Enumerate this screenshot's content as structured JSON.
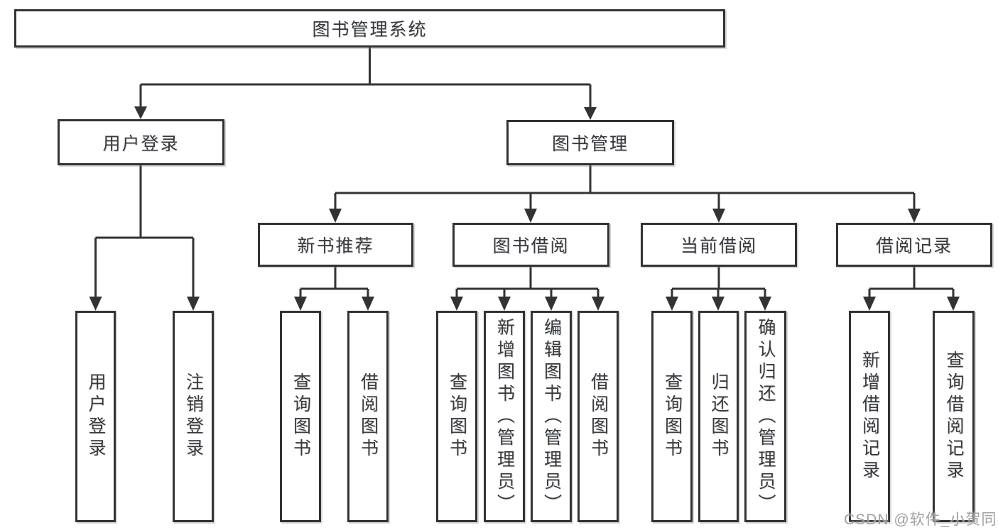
{
  "tree": {
    "label": "图书管理系统",
    "children": [
      {
        "label": "用户登录",
        "children": [
          {
            "label": "用户登录"
          },
          {
            "label": "注销登录"
          }
        ]
      },
      {
        "label": "图书管理",
        "children": [
          {
            "label": "新书推荐",
            "children": [
              {
                "label": "查询图书"
              },
              {
                "label": "借阅图书"
              }
            ]
          },
          {
            "label": "图书借阅",
            "children": [
              {
                "label": "查询图书"
              },
              {
                "label": "新增图书（管理员）"
              },
              {
                "label": "编辑图书（管理员）"
              },
              {
                "label": "借阅图书"
              }
            ]
          },
          {
            "label": "当前借阅",
            "children": [
              {
                "label": "查询图书"
              },
              {
                "label": "归还图书"
              },
              {
                "label": "确认归还（管理员）"
              }
            ]
          },
          {
            "label": "借阅记录",
            "children": [
              {
                "label": "新增借阅记录"
              },
              {
                "label": "查询借阅记录"
              }
            ]
          }
        ]
      }
    ]
  },
  "watermark": "CSDN @软件_小贺同学",
  "colors": {
    "line": "#333333",
    "box_border": "#333333",
    "text": "#3a3a3a",
    "background": "#ffffff",
    "watermark": "#9b9b9b"
  }
}
